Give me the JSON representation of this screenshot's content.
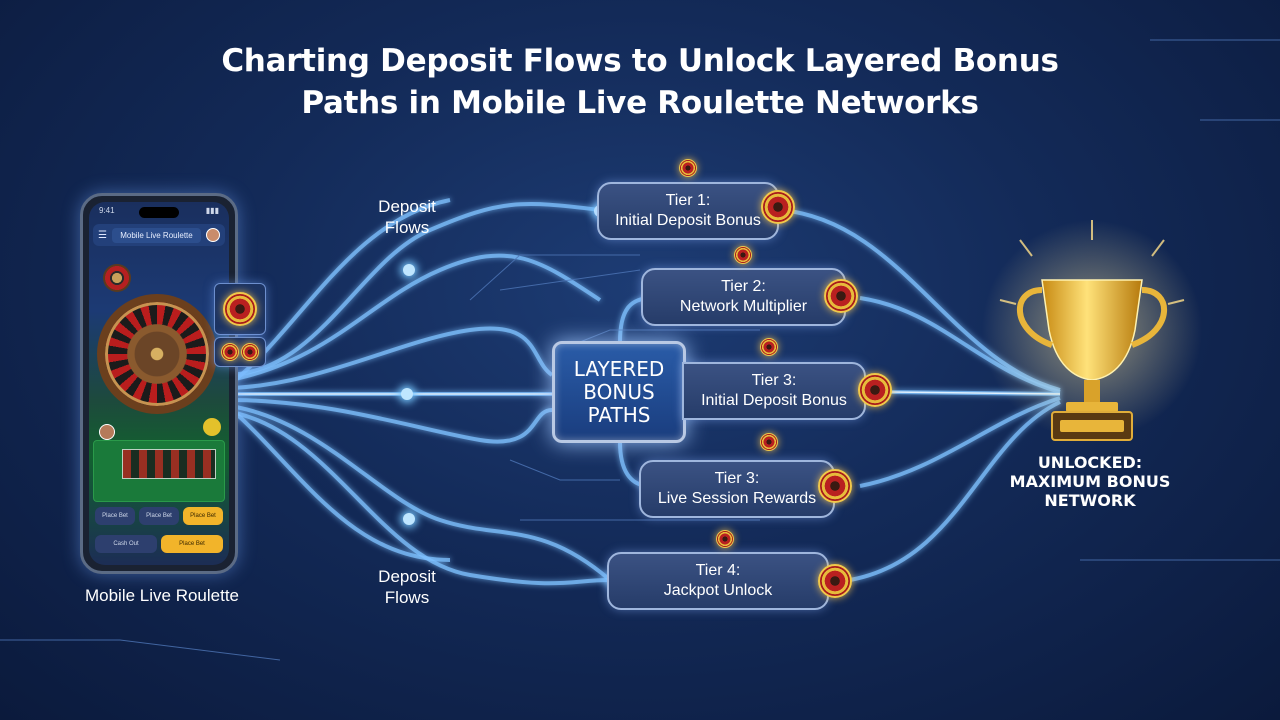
{
  "title": {
    "line1": "Charting Deposit Flows to Unlock Layered Bonus",
    "line2": "Paths in Mobile Live Roulette Networks"
  },
  "phone": {
    "app_title": "Mobile Live Roulette",
    "caption": "Mobile Live Roulette",
    "buttons_row1": [
      "Place Bet",
      "Place Bet",
      "Place Bet"
    ],
    "buttons_row2": [
      "Cash Out",
      "Place Bet"
    ]
  },
  "flow_labels": {
    "top": [
      "Deposit",
      "Flows"
    ],
    "bottom": [
      "Deposit",
      "Flows"
    ]
  },
  "hub": {
    "lines": [
      "LAYERED",
      "BONUS",
      "PATHS"
    ]
  },
  "tiers": [
    {
      "title": "Tier 1:",
      "subtitle": "Initial Deposit Bonus"
    },
    {
      "title": "Tier 2:",
      "subtitle": "Network Multiplier"
    },
    {
      "title": "Tier 3:",
      "subtitle": "Initial Deposit Bonus"
    },
    {
      "title": "Tier 3:",
      "subtitle": "Live Session Rewards"
    },
    {
      "title": "Tier 4:",
      "subtitle": "Jackpot Unlock"
    }
  ],
  "trophy": {
    "caption_lines": [
      "UNLOCKED:",
      "MAXIMUM BONUS",
      "NETWORK"
    ]
  },
  "colors": {
    "background": "#132a58",
    "flow": "#8cc8ff",
    "gold": "#f1c84a",
    "tier_fill": "#2e4675"
  }
}
